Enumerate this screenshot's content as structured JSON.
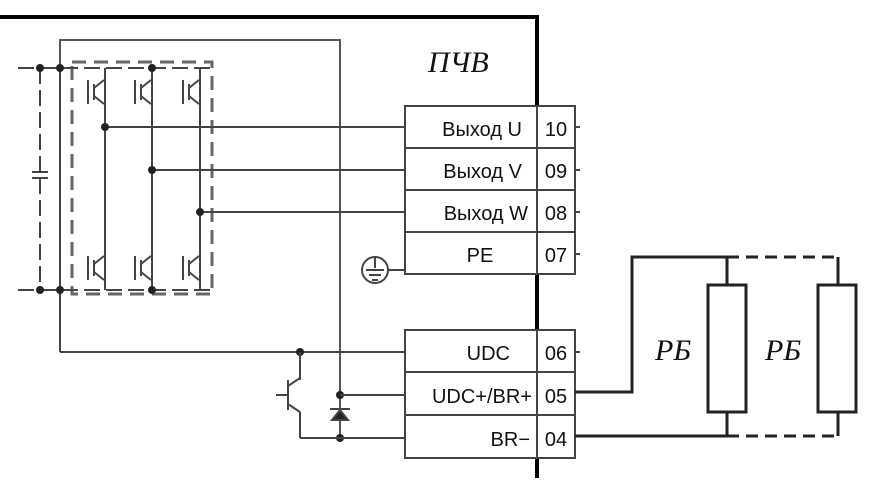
{
  "diagram": {
    "device_label": "ПЧВ",
    "terminals_top": [
      {
        "name": "Выход U",
        "num": "10"
      },
      {
        "name": "Выход V",
        "num": "09"
      },
      {
        "name": "Выход W",
        "num": "08"
      },
      {
        "name": "PE",
        "num": "07"
      }
    ],
    "terminals_bottom": [
      {
        "name": "UDC",
        "num": "06"
      },
      {
        "name": "UDC+/BR+",
        "num": "05"
      },
      {
        "name": "BR−",
        "num": "04"
      }
    ],
    "resistor_labels": [
      "РБ",
      "РБ"
    ]
  }
}
